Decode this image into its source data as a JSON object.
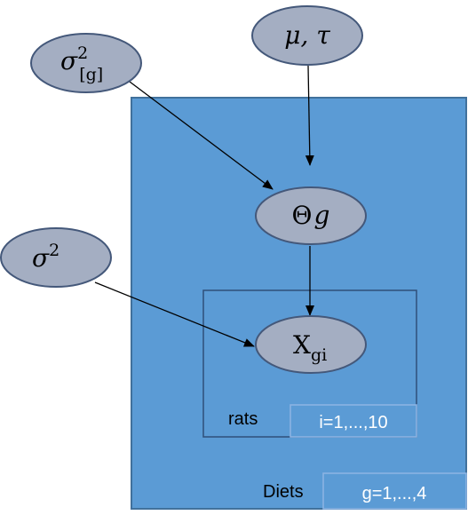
{
  "plates": {
    "outer": {
      "label": "Diets",
      "index": "g=1,...,4"
    },
    "inner": {
      "label": "rats",
      "index": "i=1,...,10"
    }
  },
  "nodes": {
    "sigma_g": {
      "base": "σ",
      "sup": "2",
      "sub": "[g]"
    },
    "mu_tau": {
      "text": "μ, τ"
    },
    "theta": {
      "base": "Θ",
      "sub": "g"
    },
    "sigma": {
      "base": "σ",
      "sup": "2"
    },
    "x": {
      "base": "X",
      "sub": "gi"
    }
  },
  "colors": {
    "plate_fill": "#5B9BD5",
    "plate_border": "#41719C",
    "inner_plate_border": "#41719C",
    "node_fill": "#A4AEC2",
    "node_border": "#44587A",
    "index_text": "#ffffff",
    "edge": "#000000"
  },
  "edges": [
    {
      "from": "sigma_g",
      "to": "theta"
    },
    {
      "from": "mu_tau",
      "to": "theta"
    },
    {
      "from": "theta",
      "to": "x"
    },
    {
      "from": "sigma",
      "to": "x"
    }
  ]
}
